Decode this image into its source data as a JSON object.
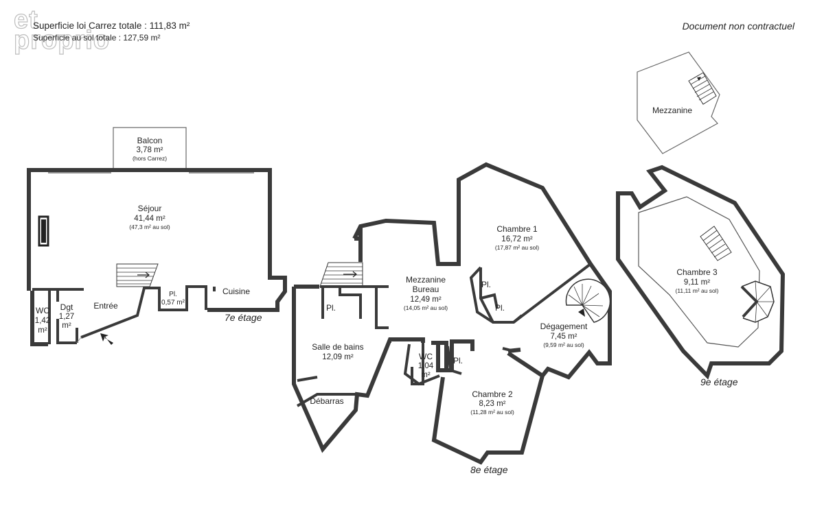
{
  "header": {
    "carrez_total": "Superficie loi Carrez totale :  111,83 m²",
    "sol_total": "Superficie au sol totale :  127,59 m²",
    "disclaimer": "Document non contractuel",
    "logo_line1": "et",
    "logo_line2": "proprio"
  },
  "levels": {
    "seventh": "7e étage",
    "eighth": "8e étage",
    "ninth": "9e étage"
  },
  "rooms": {
    "balcon": {
      "name": "Balcon",
      "area": "3,78 m²",
      "note": "(hors Carrez)"
    },
    "sejour": {
      "name": "Séjour",
      "area": "41,44 m²",
      "note": "(47,3 m² au sol)"
    },
    "cuisine": {
      "name": "Cuisine"
    },
    "entree": {
      "name": "Entrée"
    },
    "placard_entree": {
      "name": "Pl.",
      "area": "0,57 m²"
    },
    "wc1": {
      "name": "WC",
      "area_a": "1,42",
      "area_b": "m²"
    },
    "dgt": {
      "name": "Dgt",
      "area_a": "1,27",
      "area_b": "m²"
    },
    "mezzanine_bureau": {
      "name_a": "Mezzanine",
      "name_b": "Bureau",
      "area": "12,49 m²",
      "note": "(14,05 m² au sol)"
    },
    "chambre1": {
      "name": "Chambre 1",
      "area": "16,72 m²",
      "note": "(17,87 m² au sol)"
    },
    "pl_c1a": {
      "name": "Pl."
    },
    "pl_c1b": {
      "name": "Pl."
    },
    "degagement": {
      "name": "Dégagement",
      "area": "7,45 m²",
      "note": "(9,59 m² au sol)"
    },
    "pl_sdb": {
      "name": "Pl."
    },
    "salle_de_bains": {
      "name": "Salle de bains",
      "area": "12,09 m²"
    },
    "debarras": {
      "name": "Débarras"
    },
    "wc2": {
      "name": "WC",
      "area_a": "1,04",
      "area_b": "m²"
    },
    "pl_c2": {
      "name": "Pl."
    },
    "chambre2": {
      "name": "Chambre 2",
      "area": "8,23 m²",
      "note": "(11,28 m² au sol)"
    },
    "mezzanine": {
      "name": "Mezzanine"
    },
    "chambre3": {
      "name": "Chambre 3",
      "area": "9,11 m²",
      "note": "(11,11 m² au sol)"
    }
  },
  "colors": {
    "wall": "#3a3a3a",
    "background": "#ffffff",
    "logo_outline": "#bdbdbd"
  }
}
